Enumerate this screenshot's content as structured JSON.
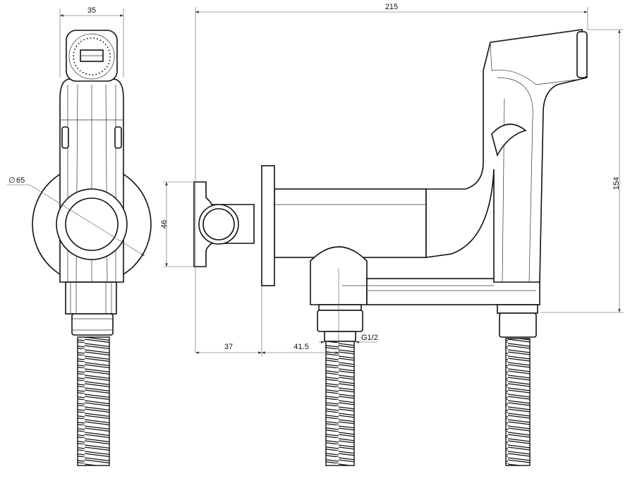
{
  "drawing": {
    "dimensions": {
      "front_width": "35",
      "disc_diameter": "65",
      "bracket_height": "46",
      "total_length": "215",
      "total_height": "154",
      "wall_to_flange": "37",
      "flange_to_inlet": "41.5",
      "thread": "G1/2"
    },
    "diameter_symbol": "∅"
  }
}
